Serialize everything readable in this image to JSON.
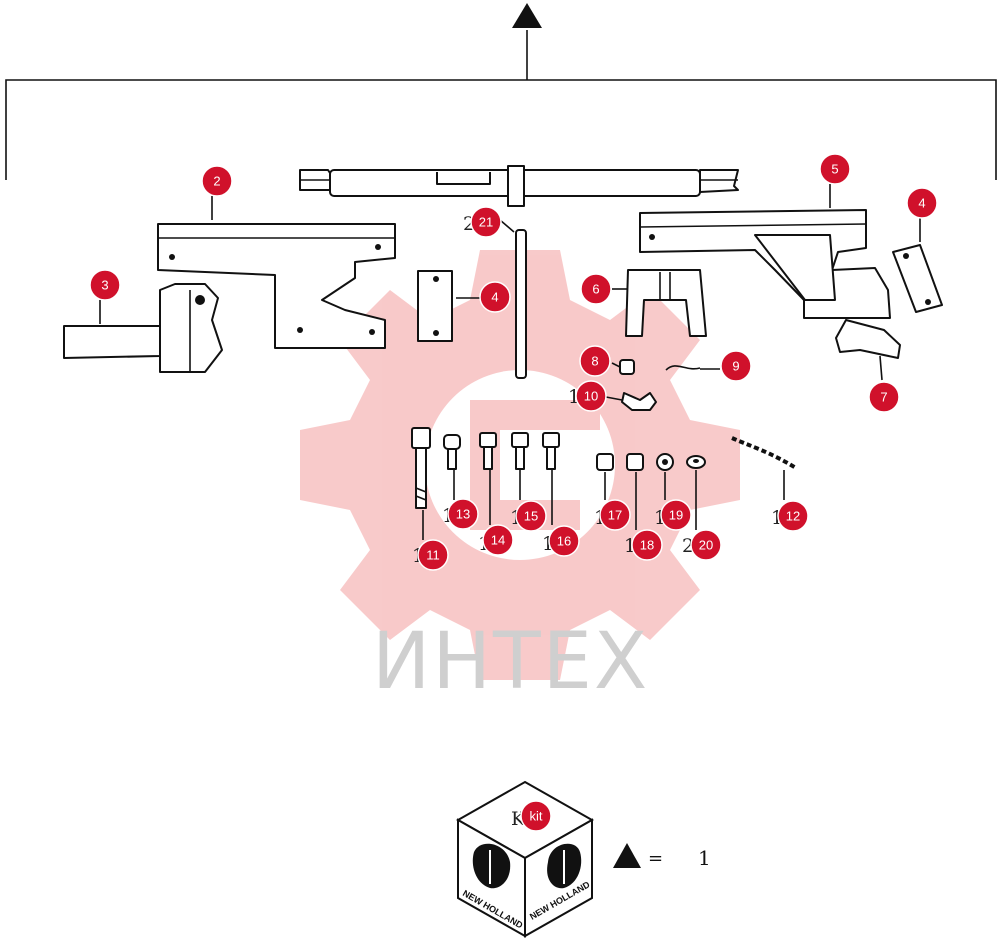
{
  "watermark": {
    "text": "ИНТЕХ",
    "color": "#f2b7b7"
  },
  "callout_color": "#d0112b",
  "callouts": [
    {
      "label": "2"
    },
    {
      "label": "3"
    },
    {
      "label": "4"
    },
    {
      "label": "4"
    },
    {
      "label": "5"
    },
    {
      "label": "6"
    },
    {
      "label": "7"
    },
    {
      "label": "8"
    },
    {
      "label": "9"
    },
    {
      "label": "10"
    },
    {
      "label": "11"
    },
    {
      "label": "12"
    },
    {
      "label": "13"
    },
    {
      "label": "14"
    },
    {
      "label": "15"
    },
    {
      "label": "16"
    },
    {
      "label": "17"
    },
    {
      "label": "18"
    },
    {
      "label": "19"
    },
    {
      "label": "20"
    },
    {
      "label": "21"
    }
  ],
  "ghost_digits": {
    "g21": "2",
    "g10": "1",
    "g11": "1",
    "g12": "1",
    "g13": "1",
    "g14": "1",
    "g15": "1",
    "g16": "1",
    "g17": "1",
    "g18": "1",
    "g19": "1",
    "g20": "2",
    "gkit": "K"
  },
  "kit": {
    "badge": "kit",
    "brand": "NEW HOLLAND",
    "legend_equals": "=",
    "legend_value": "1"
  },
  "icons": [
    "triangle-marker-icon",
    "new-holland-leaf-icon"
  ]
}
